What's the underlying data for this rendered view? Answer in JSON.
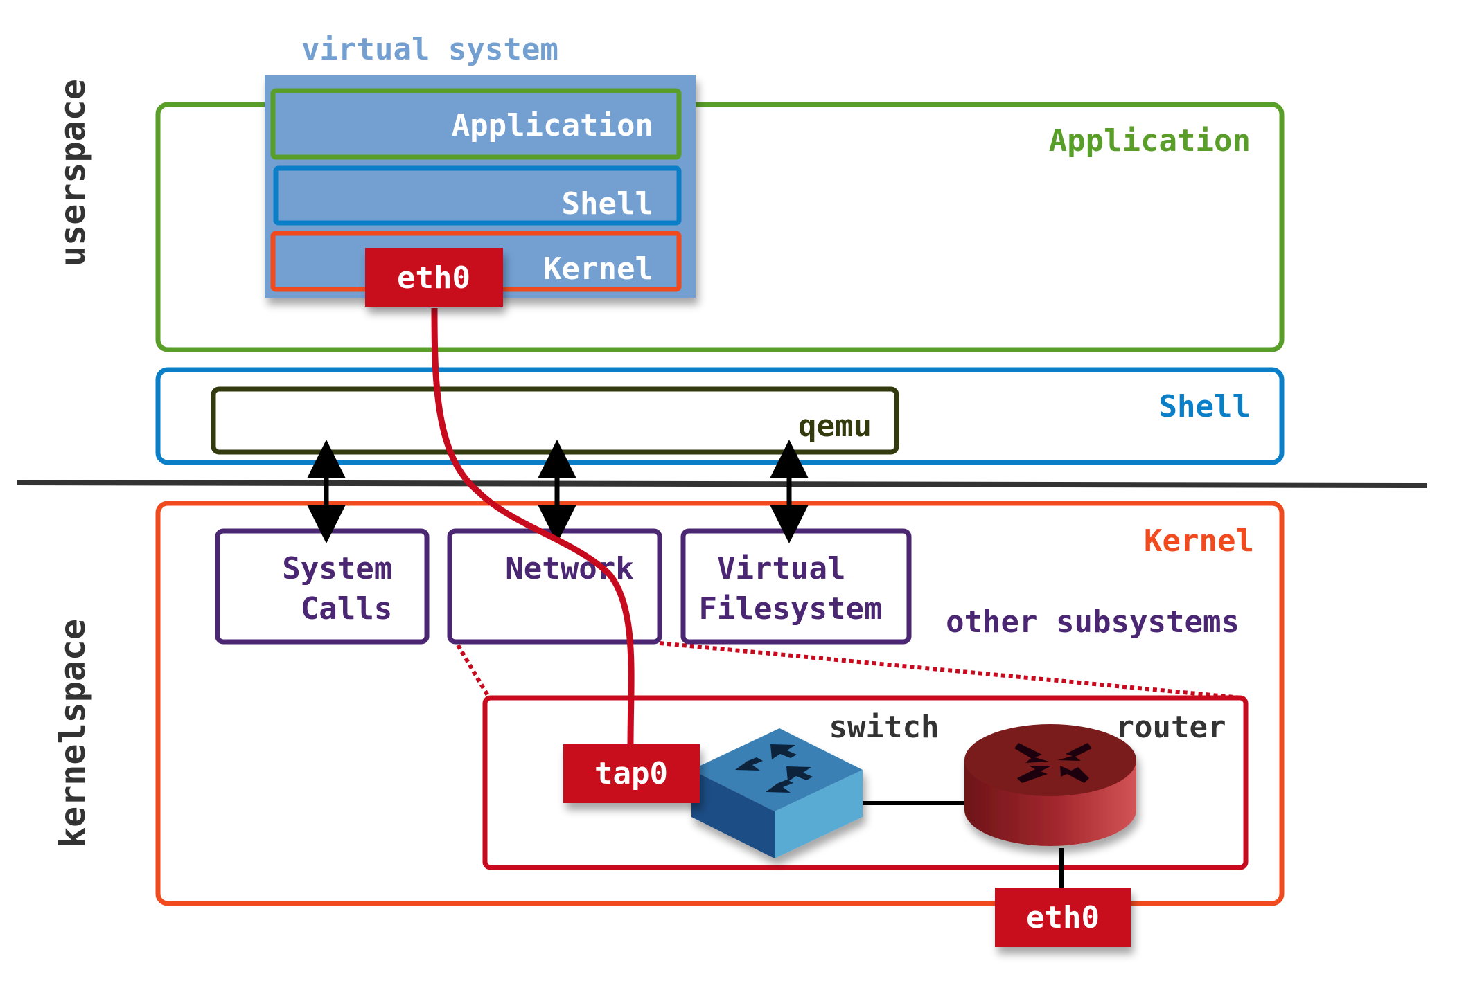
{
  "side_labels": {
    "userspace": "userspace",
    "kernelspace": "kernelspace"
  },
  "virtual_system": {
    "title": "virtual system",
    "application": "Application",
    "shell": "Shell",
    "kernel": "Kernel",
    "eth0": "eth0"
  },
  "layers": {
    "application": "Application",
    "shell": "Shell",
    "kernel": "Kernel"
  },
  "qemu": "qemu",
  "subsystems": {
    "system_calls": [
      "System",
      "Calls"
    ],
    "network": "Network",
    "vfs": [
      "Virtual",
      "Filesystem"
    ],
    "other": "other subsystems"
  },
  "network_detail": {
    "tap0": "tap0",
    "switch": "switch",
    "router": "router",
    "eth0": "eth0"
  },
  "colors": {
    "application_green": "#5a9e2a",
    "shell_blue": "#0a7fc8",
    "kernel_orange": "#f04a1e",
    "virtual_fill": "#739fd1",
    "virtual_title": "#739fd1",
    "subsystem_purple": "#4a2673",
    "iface_red": "#c80a1e",
    "qemu_olive": "#333a0d",
    "dark": "#333333"
  }
}
